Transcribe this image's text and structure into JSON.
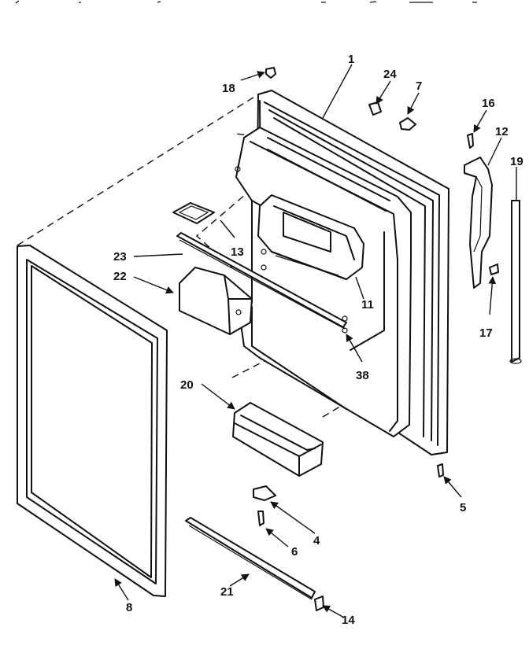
{
  "diagram": {
    "callouts": {
      "c1": "1",
      "c24": "24",
      "c7": "7",
      "c18": "18",
      "c16": "16",
      "c12": "12",
      "c19": "19",
      "c13": "13",
      "c23": "23",
      "c22": "22",
      "c11": "11",
      "c17": "17",
      "c38": "38",
      "c20": "20",
      "c5": "5",
      "c4": "4",
      "c6": "6",
      "c8": "8",
      "c21": "21",
      "c14": "14"
    }
  }
}
